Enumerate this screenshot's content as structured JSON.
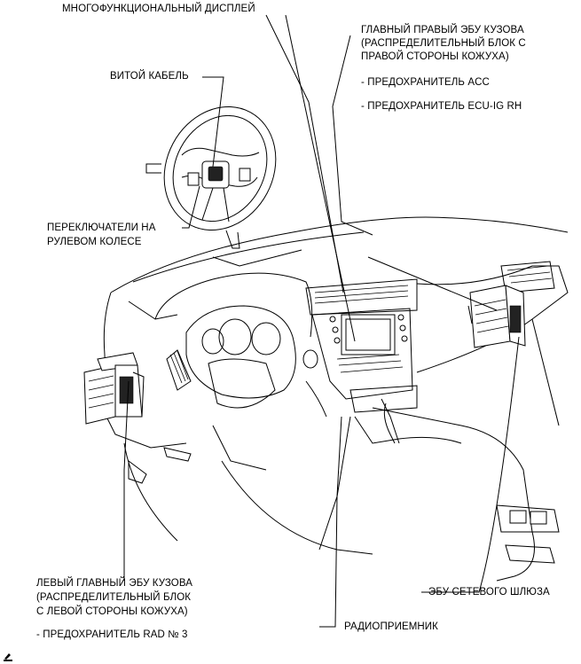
{
  "labels": {
    "multi_display": "МНОГОФУНКЦИОНАЛЬНЫЙ ДИСПЛЕЙ",
    "main_right_ecu_1": "ГЛАВНЫЙ ПРАВЫЙ ЭБУ КУЗОВА",
    "main_right_ecu_2": "(РАСПРЕДЕЛИТЕЛЬНЫЙ БЛОК С",
    "main_right_ecu_3": "ПРАВОЙ СТОРОНЫ КОЖУХА)",
    "fuse_acc": "- ПРЕДОХРАНИТЕЛЬ ACC",
    "fuse_ecu_ig_rh": "- ПРЕДОХРАНИТЕЛЬ ECU-IG RH",
    "spiral_cable": "ВИТОЙ КАБЕЛЬ",
    "steering_switches_1": "ПЕРЕКЛЮЧАТЕЛИ НА",
    "steering_switches_2": "РУЛЕВОМ КОЛЕСЕ",
    "main_left_ecu_1": "ЛЕВЫЙ ГЛАВНЫЙ ЭБУ КУЗОВА",
    "main_left_ecu_2": "(РАСПРЕДЕЛИТЕЛЬНЫЙ БЛОК",
    "main_left_ecu_3": "С ЛЕВОЙ СТОРОНЫ КОЖУХА)",
    "fuse_rad3": "- ПРЕДОХРАНИТЕЛЬ RAD № 3",
    "gateway_ecu": "ЭБУ СЕТЕВОГО ШЛЮЗА",
    "radio_receiver": "РАДИОПРИЕМНИК"
  },
  "corner_icon": "pencil-icon"
}
